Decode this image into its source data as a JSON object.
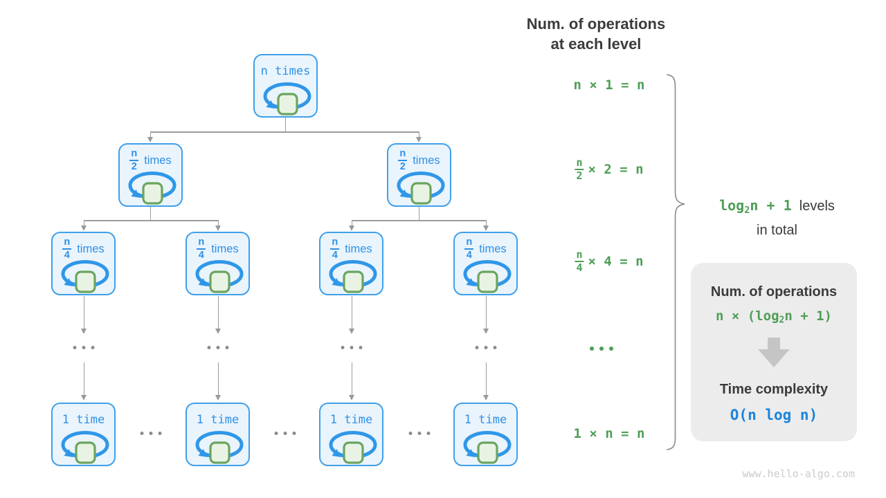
{
  "header": {
    "line1": "Num. of operations",
    "line2": "at each level"
  },
  "nodes": {
    "root_label": "n times",
    "half": {
      "num": "n",
      "den": "2",
      "suffix": "times"
    },
    "quarter": {
      "num": "n",
      "den": "4",
      "suffix": "times"
    },
    "leaf_label": "1 time"
  },
  "equations": {
    "level1": "n × 1 = n",
    "level2": {
      "num": "n",
      "den": "2",
      "rest": "× 2 = n"
    },
    "level3": {
      "num": "n",
      "den": "4",
      "rest": "× 4 = n"
    },
    "leaf": "1 × n = n"
  },
  "brace_label": {
    "formula_prefix": "log",
    "formula_sub": "2",
    "formula_suffix": "n + 1",
    "text_line1": "levels",
    "text_line2": "in total"
  },
  "summary_box": {
    "title": "Num. of operations",
    "formula_prefix": "n × (log",
    "formula_sub": "2",
    "formula_suffix": "n + 1)",
    "label": "Time complexity",
    "complexity": "O(n log n)"
  },
  "watermark": "www.hello-algo.com",
  "colors": {
    "node_border": "#3fa0ea",
    "node_fill": "#eaf4fc",
    "node_text": "#2e90e5",
    "loop_blue": "#2f97e8",
    "square_green_border": "#6aa55f",
    "square_green_fill": "#e9f3e3",
    "equation_green": "#4e9e56",
    "complexity_blue": "#1a84dd",
    "connector_gray": "#9b9b9b",
    "heading_dark": "#3b3b3b",
    "box_bg": "#ececec"
  }
}
